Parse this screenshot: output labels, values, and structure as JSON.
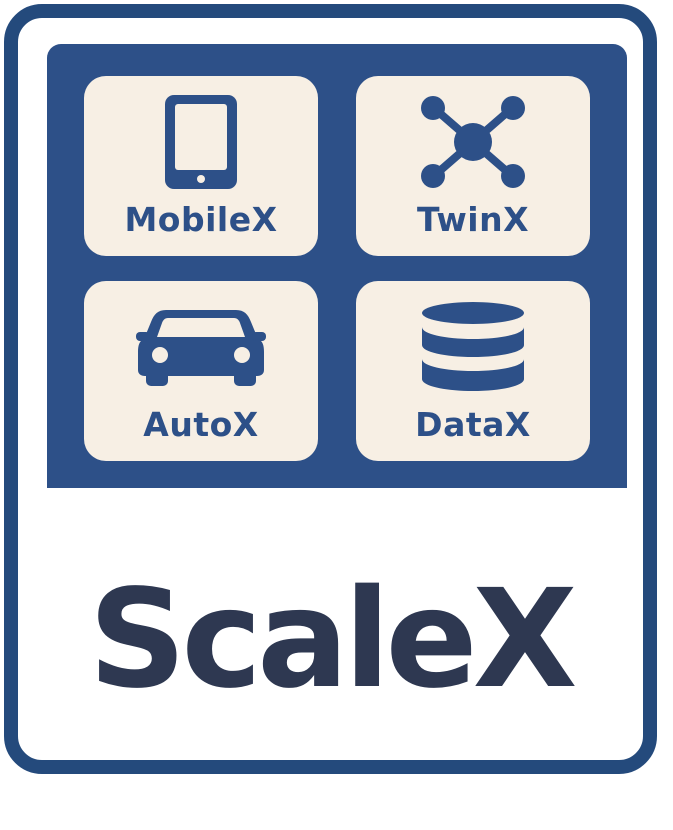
{
  "tiles": [
    {
      "label": "MobileX",
      "icon": "tablet-icon"
    },
    {
      "label": "TwinX",
      "icon": "network-nodes-icon"
    },
    {
      "label": "AutoX",
      "icon": "car-icon"
    },
    {
      "label": "DataX",
      "icon": "database-icon"
    }
  ],
  "brand": {
    "name": "ScaleX"
  },
  "colors": {
    "frame": "#244a7c",
    "panel": "#2d5088",
    "tile": "#f7efe4",
    "tile_text": "#2d5088",
    "brand_text": "#2e3851"
  }
}
